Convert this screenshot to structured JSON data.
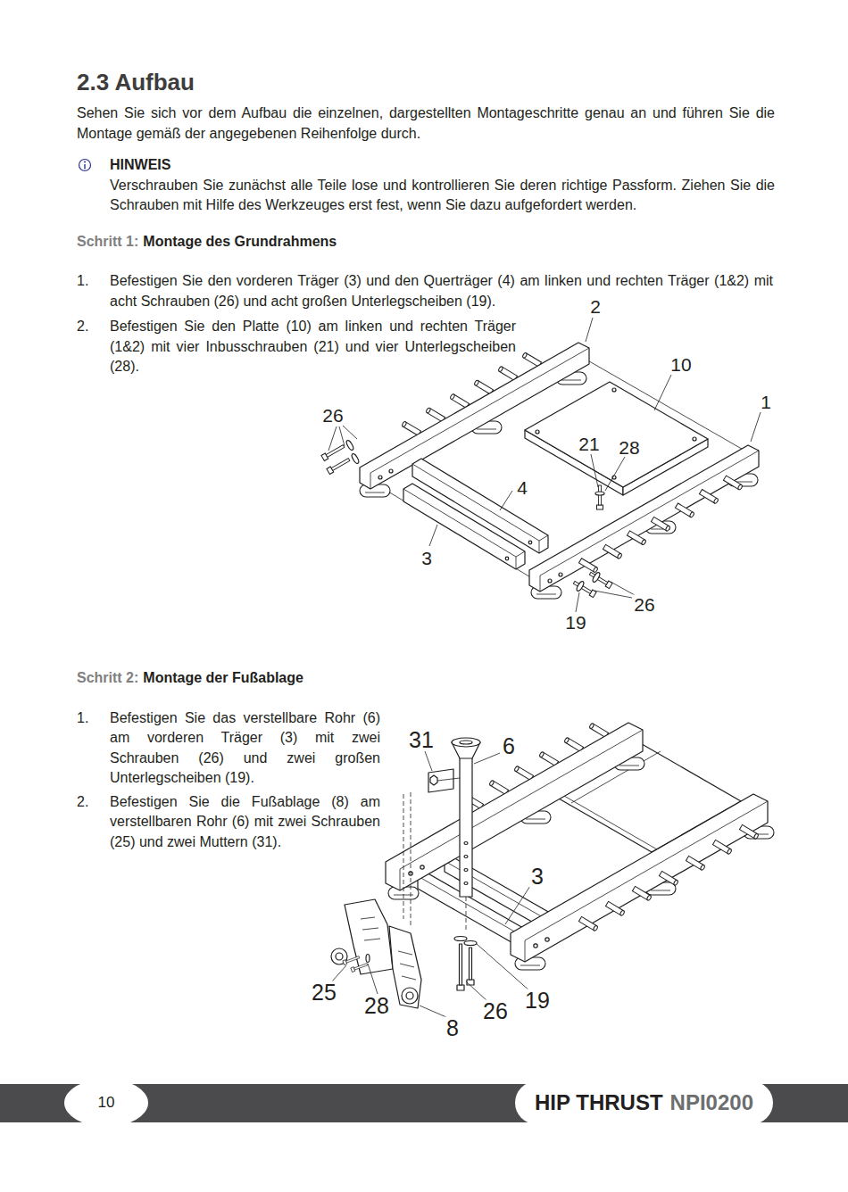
{
  "diagram": {
    "title": "2.3 Aufbau",
    "nodes": [
      {
        "text": [
          "10"
        ]
      },
      {
        "text": [
          "HIP THRUST",
          "NPI0200"
        ]
      }
    ],
    "labels": [
      "Sehen Sie sich vor dem Aufbau die einzelnen, dargestellten Montageschritte genau an und führen Sie die Montage gemäß der angegebenen Reihenfolge durch.",
      "HINWEIS",
      "Verschrauben Sie zunächst alle Teile lose und kontrollieren Sie deren richtige Passform. Ziehen Sie die Schrauben mit Hilfe des Werkzeuges erst fest, wenn Sie dazu aufgefordert werden.",
      "Schritt 1:",
      "Montage des Grundrahmens",
      "1.",
      "Befestigen Sie den vorderen Träger (3) und den Querträger (4) am linken und rechten Träger (1&2) mit acht Schrauben (26) und acht großen Unterlegscheiben (19).",
      "2.",
      "Befestigen Sie den Platte (10) am linken und rechten Träger (1&2) mit vier Inbusschrauben (21) und vier Unterlegscheiben (28).",
      "2",
      "10",
      "1",
      "26",
      "21",
      "28",
      "4",
      "3",
      "26",
      "19",
      "Schritt 2:",
      "Montage der Fußablage",
      "1.",
      "Befestigen Sie das verstellbare Rohr (6) am vorderen Träger (3) mit zwei Schrauben (26) und zwei großen Unterlegscheiben (19).",
      "2.",
      "Befestigen Sie die Fußablage (8) am verstellbaren Rohr (6) mit zwei Schrauben (25) und zwei Muttern (31).",
      "31",
      "6",
      "3",
      "25",
      "28",
      "26",
      "19",
      "8"
    ]
  }
}
